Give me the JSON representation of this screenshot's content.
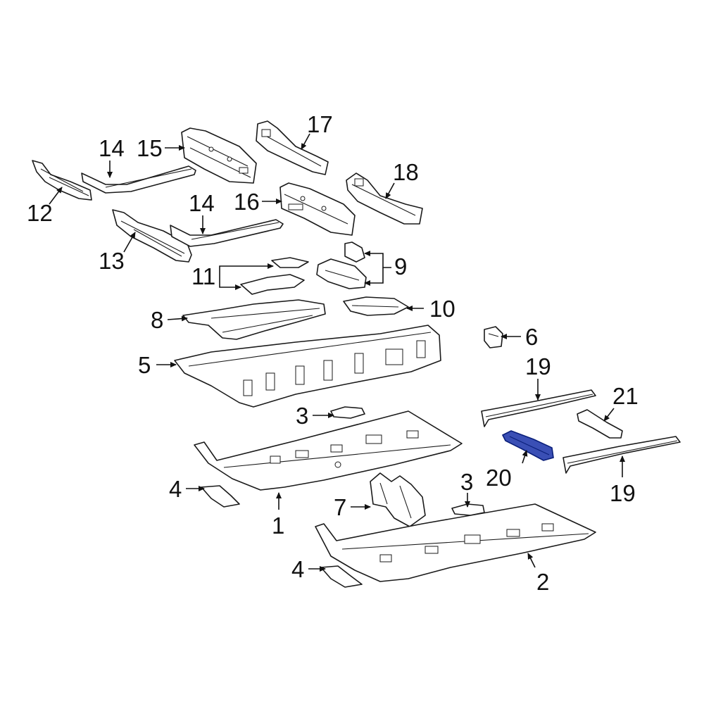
{
  "highlight_color": "#3a4fb5",
  "callouts": {
    "c1": "1",
    "c2": "2",
    "c3a": "3",
    "c3b": "3",
    "c4a": "4",
    "c4b": "4",
    "c5": "5",
    "c6": "6",
    "c7": "7",
    "c8": "8",
    "c9": "9",
    "c10": "10",
    "c11": "11",
    "c12": "12",
    "c13": "13",
    "c14a": "14",
    "c14b": "14",
    "c15": "15",
    "c16": "16",
    "c17": "17",
    "c18": "18",
    "c19a": "19",
    "c19b": "19",
    "c20": "20",
    "c21": "21"
  }
}
